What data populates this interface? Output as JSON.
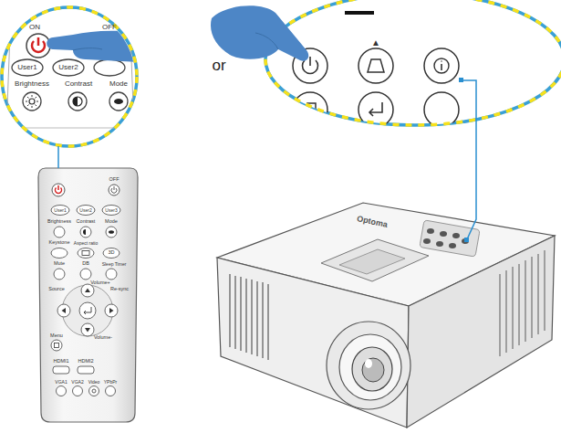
{
  "diagram": {
    "nodes": [
      {
        "text": [
          "ON",
          "OFF",
          "User1",
          "User2",
          "Brightness",
          "Contrast",
          "Mode"
        ]
      },
      {
        "text": [
          "OFF",
          "User1",
          "User2",
          "User3",
          "Brightness",
          "Contrast",
          "Mode",
          "Keystone",
          "Aspect ratio",
          "3D",
          "Mute",
          "DB",
          "Sleep Timer",
          "Volume+",
          "Source",
          "Re-sync",
          "Menu",
          "Volume-",
          "HDMI1",
          "HDMI2",
          "VGA1",
          "VGA2",
          "Video",
          "YPbPr"
        ]
      },
      {
        "text": [
          "▲"
        ]
      },
      {
        "text": [
          "Optoma"
        ]
      }
    ],
    "edges": [
      {
        "from": 1,
        "to": 0,
        "arrow": "none"
      },
      {
        "from": 3,
        "to": 2,
        "arrow": "none"
      }
    ],
    "labels": [
      "or"
    ]
  }
}
